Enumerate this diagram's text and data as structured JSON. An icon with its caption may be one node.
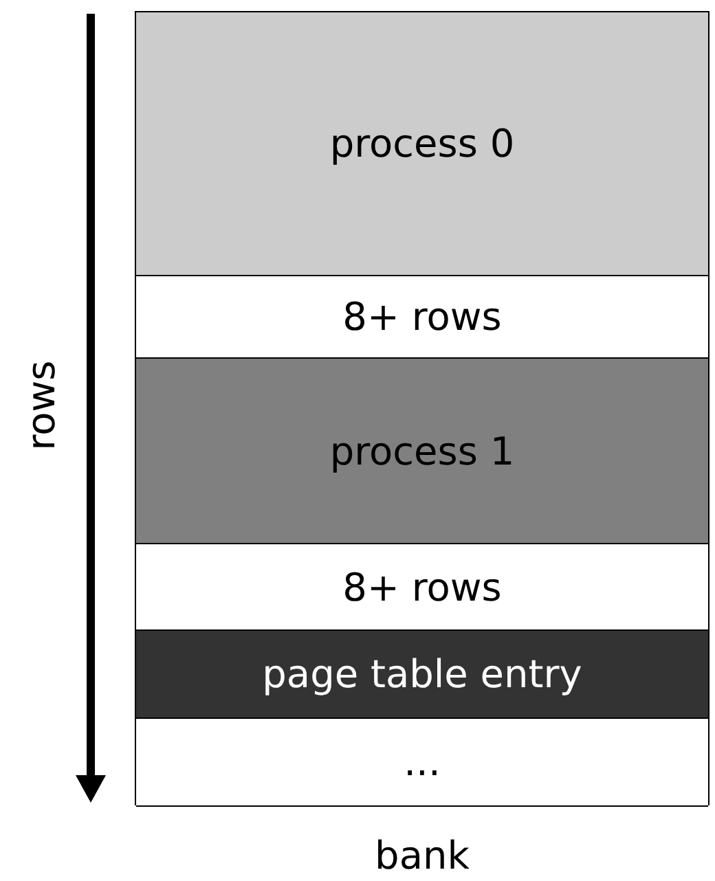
{
  "diagram": {
    "nodes": [
      {
        "text": [
          "bank"
        ]
      },
      {
        "text": [
          "process 0"
        ],
        "in": 0
      },
      {
        "text": [
          "8+ rows"
        ],
        "in": 0
      },
      {
        "text": [
          "process 1"
        ],
        "in": 0
      },
      {
        "text": [
          "8+ rows"
        ],
        "in": 0
      },
      {
        "text": [
          "page table entry"
        ],
        "in": 0
      },
      {
        "text": [
          "..."
        ],
        "in": 0
      }
    ],
    "edges": [],
    "labels": [
      "rows"
    ]
  }
}
